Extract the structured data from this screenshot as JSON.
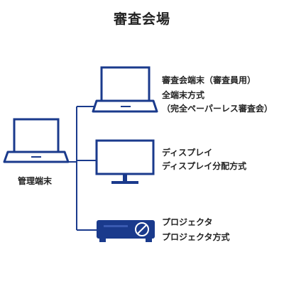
{
  "title": "審査会場",
  "admin": {
    "label": "管理端末",
    "icon": "laptop-icon"
  },
  "devices": [
    {
      "icon": "laptop-icon",
      "lines": [
        "審査会端末（審査員用）",
        "全端末方式",
        "（完全ペーパーレス審査会）"
      ]
    },
    {
      "icon": "monitor-icon",
      "lines": [
        "ディスプレイ",
        "ディスプレイ分配方式"
      ]
    },
    {
      "icon": "projector-icon",
      "lines": [
        "プロジェクタ",
        "プロジェクタ方式"
      ]
    }
  ],
  "colors": {
    "accent": "#1a3a8c",
    "line": "#1a3a8c",
    "text": "#222222"
  }
}
